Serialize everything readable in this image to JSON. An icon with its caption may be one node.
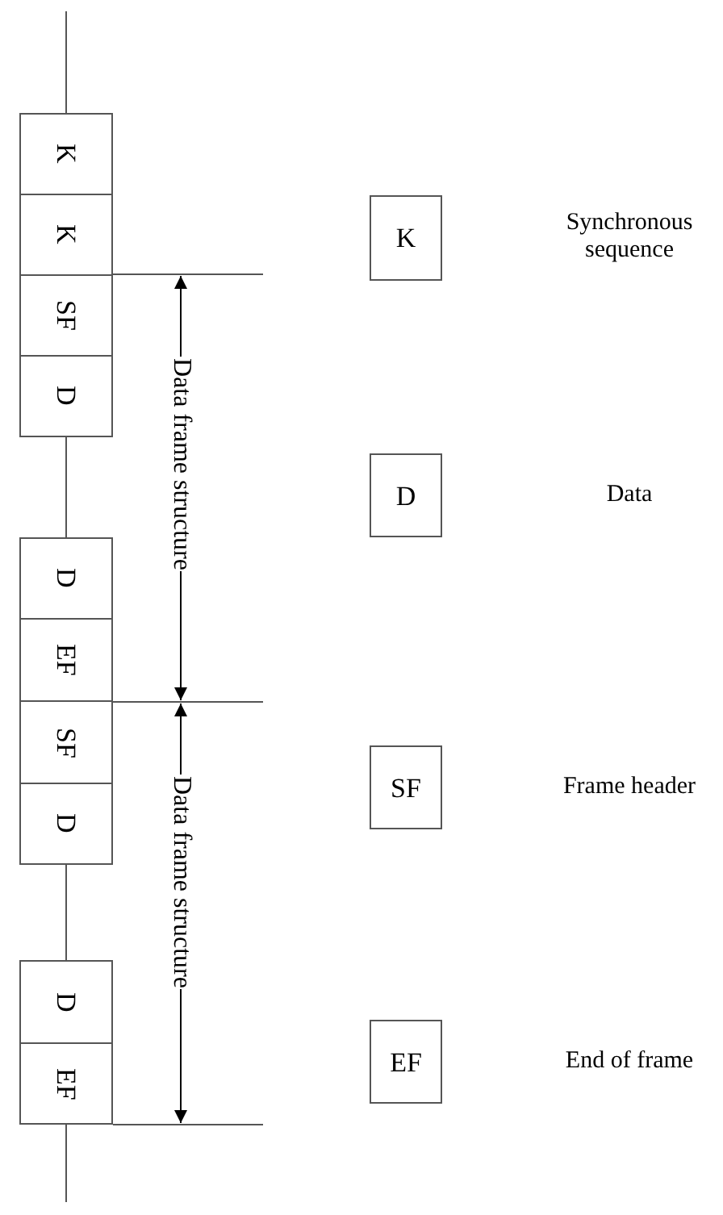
{
  "diagram": {
    "nodes": [
      {
        "text": [
          "K"
        ]
      },
      {
        "text": [
          "K"
        ]
      },
      {
        "text": [
          "SF"
        ]
      },
      {
        "text": [
          "D"
        ]
      },
      {
        "text": [
          "D"
        ]
      },
      {
        "text": [
          "EF"
        ]
      },
      {
        "text": [
          "SF"
        ]
      },
      {
        "text": [
          "D"
        ]
      },
      {
        "text": [
          "D"
        ]
      },
      {
        "text": [
          "EF"
        ]
      },
      {
        "text": [
          "K"
        ]
      },
      {
        "text": [
          "D"
        ]
      },
      {
        "text": [
          "SF"
        ]
      },
      {
        "text": [
          "EF"
        ]
      }
    ],
    "edges": [
      {
        "from": null,
        "to": 0,
        "arrow": "none"
      },
      {
        "from": 3,
        "to": 4,
        "arrow": "none"
      },
      {
        "from": 7,
        "to": 8,
        "arrow": "none"
      },
      {
        "from": 9,
        "to": null,
        "arrow": "none"
      }
    ],
    "labels": [
      "Synchronous sequence",
      "Data frame structure",
      "Data",
      "Data frame structure",
      "Frame header",
      "End of frame"
    ]
  }
}
